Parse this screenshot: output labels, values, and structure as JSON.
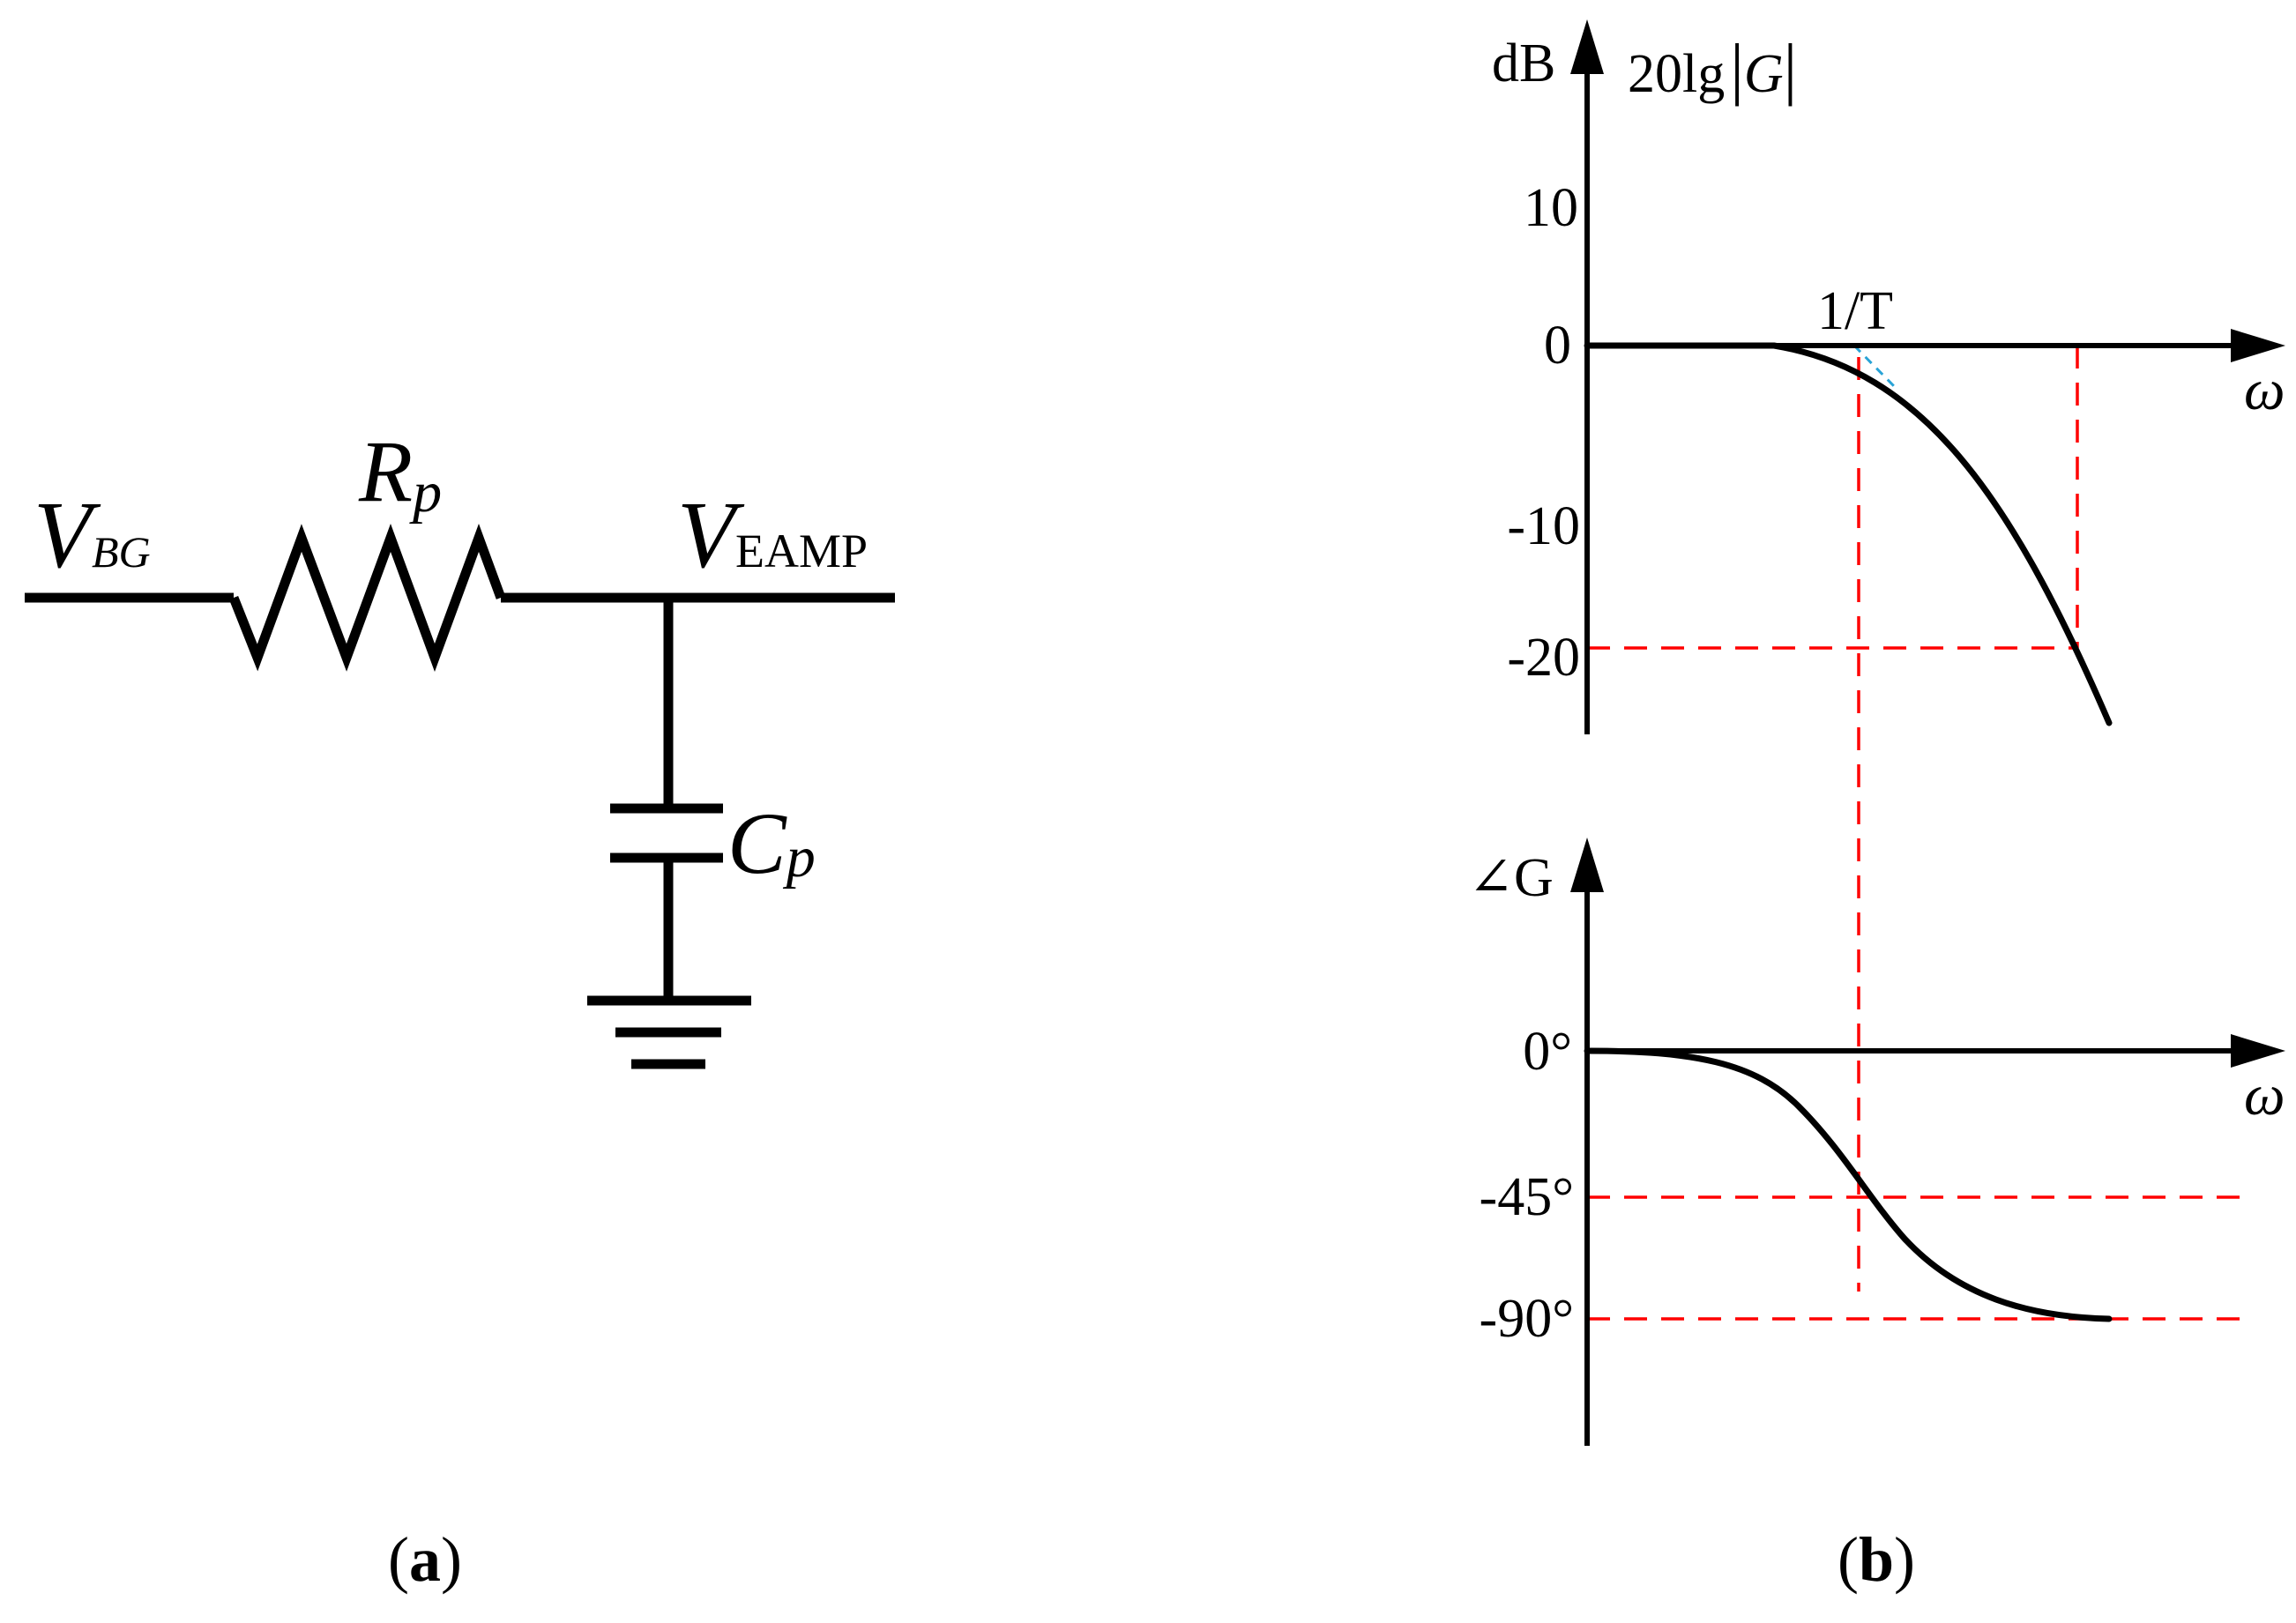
{
  "circuit": {
    "input_label": {
      "main": "V",
      "sub": "BG"
    },
    "resistor_label": {
      "main": "R",
      "sub": "p"
    },
    "output_label": {
      "main": "V",
      "sub": "EAMP"
    },
    "capacitor_label": {
      "main": "C",
      "sub": "p"
    },
    "caption": {
      "open": "(",
      "letter": "a",
      "close": ")"
    }
  },
  "magnitude_plot": {
    "y_unit": "dB",
    "title": {
      "prefix": "20lg",
      "bar": "|",
      "var": "G",
      "bar_end": "|"
    },
    "x_label": "ω",
    "ticks": [
      "10",
      "0",
      "-10",
      "-20"
    ],
    "corner_label": "1/T"
  },
  "phase_plot": {
    "y_label": "∠G",
    "x_label": "ω",
    "ticks": [
      "0°",
      "-45°",
      "-90°"
    ]
  },
  "caption_b": {
    "open": "(",
    "letter": "b",
    "close": ")"
  },
  "colors": {
    "guide": "#ff0000",
    "asymptote": "#29a3d6",
    "ink": "#000000"
  }
}
